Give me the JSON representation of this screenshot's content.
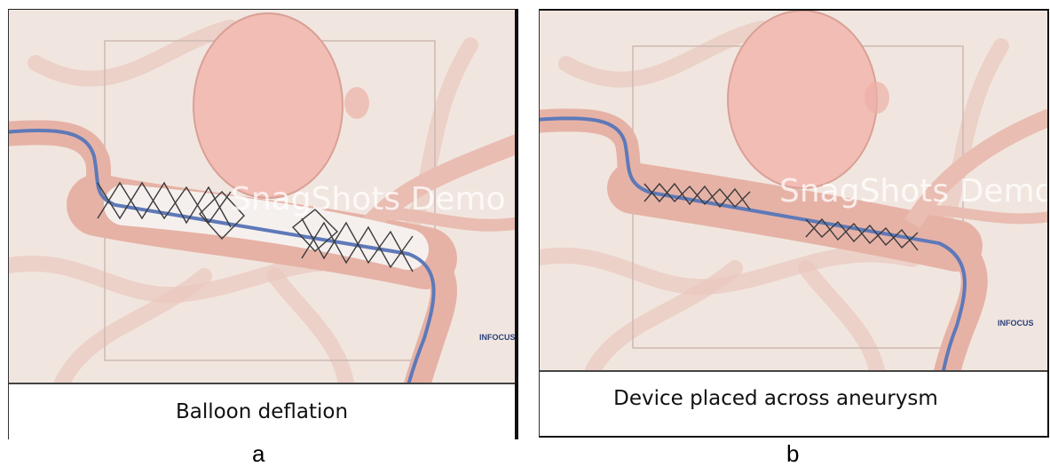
{
  "panels": [
    {
      "label": "a",
      "caption": "Balloon deflation",
      "watermark": "SnagShots Demo",
      "logo": "INFOCUS"
    },
    {
      "label": "b",
      "caption": "Device placed across aneurysm",
      "watermark": "SnagShots Demo",
      "logo": "INFOCUS"
    }
  ],
  "colors": {
    "background": "#f1e6df",
    "vessel": "#e9bdb2",
    "aneurysm": "#f2bdb4",
    "catheter": "#5e79b8",
    "stent": "#3a3a3a"
  }
}
